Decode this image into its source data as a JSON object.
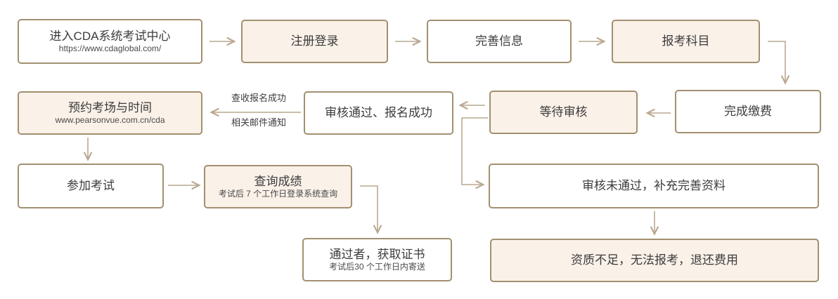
{
  "palette": {
    "border": "#a29070",
    "arrow": "#b9a88f",
    "cream_fill": "#faf1e8",
    "white_fill": "#ffffff",
    "text": "#3c3c3c"
  },
  "flow": {
    "nodes": [
      {
        "id": "enter",
        "title": "进入CDA系统考试中心",
        "subtitle": "https://www.cdaglobal.com/",
        "variant": "white"
      },
      {
        "id": "register",
        "title": "注册登录",
        "variant": "cream"
      },
      {
        "id": "info",
        "title": "完善信息",
        "variant": "white"
      },
      {
        "id": "subject",
        "title": "报考科目",
        "variant": "cream"
      },
      {
        "id": "pay",
        "title": "完成缴费",
        "variant": "white"
      },
      {
        "id": "wait",
        "title": "等待审核",
        "variant": "cream"
      },
      {
        "id": "approved",
        "title": "审核通过、报名成功",
        "variant": "white"
      },
      {
        "id": "book",
        "title": "预约考场与时间",
        "subtitle": "www.pearsonvue.com.cn/cda",
        "variant": "cream"
      },
      {
        "id": "exam",
        "title": "参加考试",
        "variant": "white"
      },
      {
        "id": "score",
        "title": "查询成绩",
        "subtitle": "考试后 7 个工作日登录系统查询",
        "variant": "cream"
      },
      {
        "id": "cert",
        "title": "通过者，获取证书",
        "subtitle": "考试后30 个工作日内寄送",
        "variant": "white"
      },
      {
        "id": "reject",
        "title": "审核未通过，补充完善资料",
        "variant": "white"
      },
      {
        "id": "refund",
        "title": "资质不足，无法报考，退还费用",
        "variant": "cream"
      }
    ],
    "edge_labels": {
      "mail_notice_line1": "查收报名成功",
      "mail_notice_line2": "相关邮件通知"
    }
  }
}
